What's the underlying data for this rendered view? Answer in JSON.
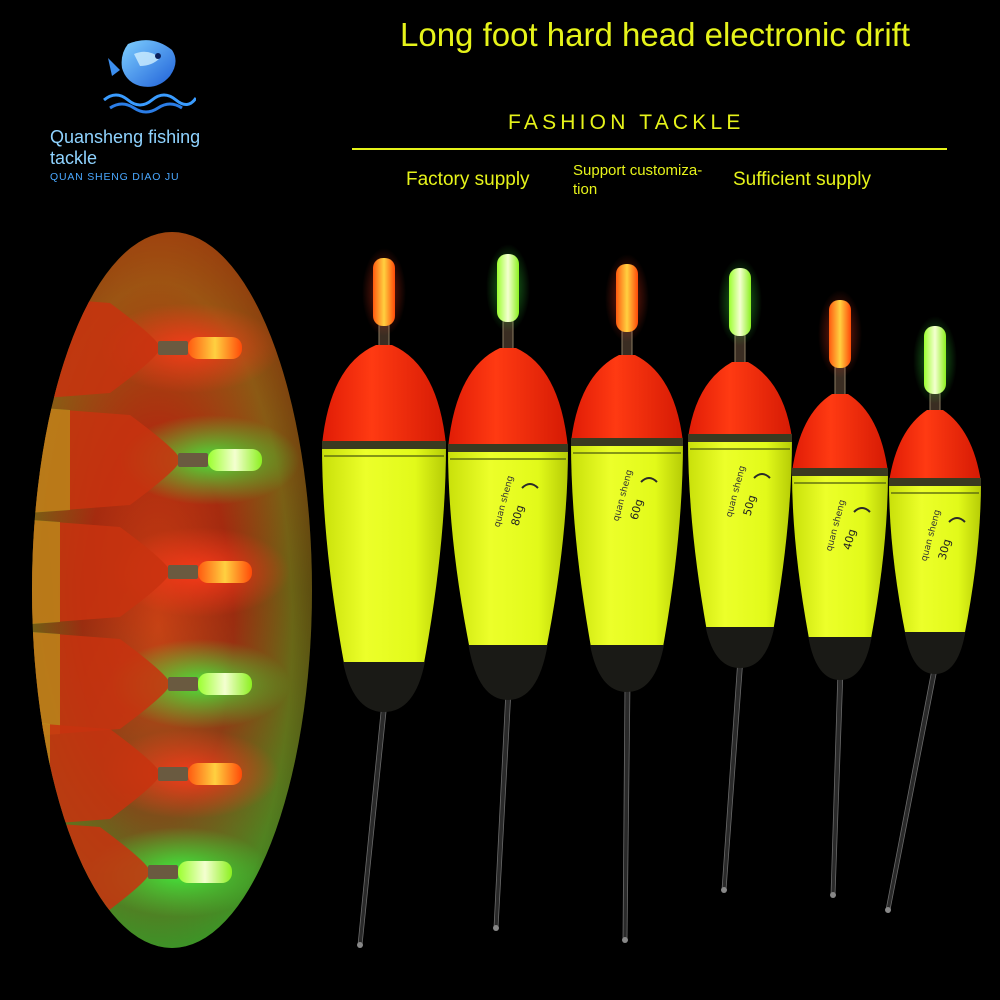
{
  "brand": {
    "name": "Quansheng fishing tackle",
    "romanized": "QUAN SHENG DIAO JU"
  },
  "headline": {
    "title": "Long foot hard head electronic drift",
    "tagline": "FASHION TACKLE"
  },
  "features": [
    {
      "label": "Factory supply"
    },
    {
      "label": "Support customiza-\ntion"
    },
    {
      "label": "Sufficient supply"
    }
  ],
  "floats": [
    {
      "brand": "quan sheng",
      "weight": "80g"
    },
    {
      "brand": "quan sheng",
      "weight": "60g"
    },
    {
      "brand": "quan sheng",
      "weight": "50g"
    },
    {
      "brand": "quan sheng",
      "weight": "40g"
    },
    {
      "brand": "quan sheng",
      "weight": "30g"
    }
  ],
  "colors": {
    "accent_yellow": "#e6f31a",
    "float_body": "#e4fb1c",
    "float_head": "#ff3010",
    "glow_red": "#ff2a14",
    "glow_green": "#33ff44",
    "brand_blue": "#4aa8ff"
  },
  "icons": {
    "logo": "fish-wave-logo-icon"
  }
}
